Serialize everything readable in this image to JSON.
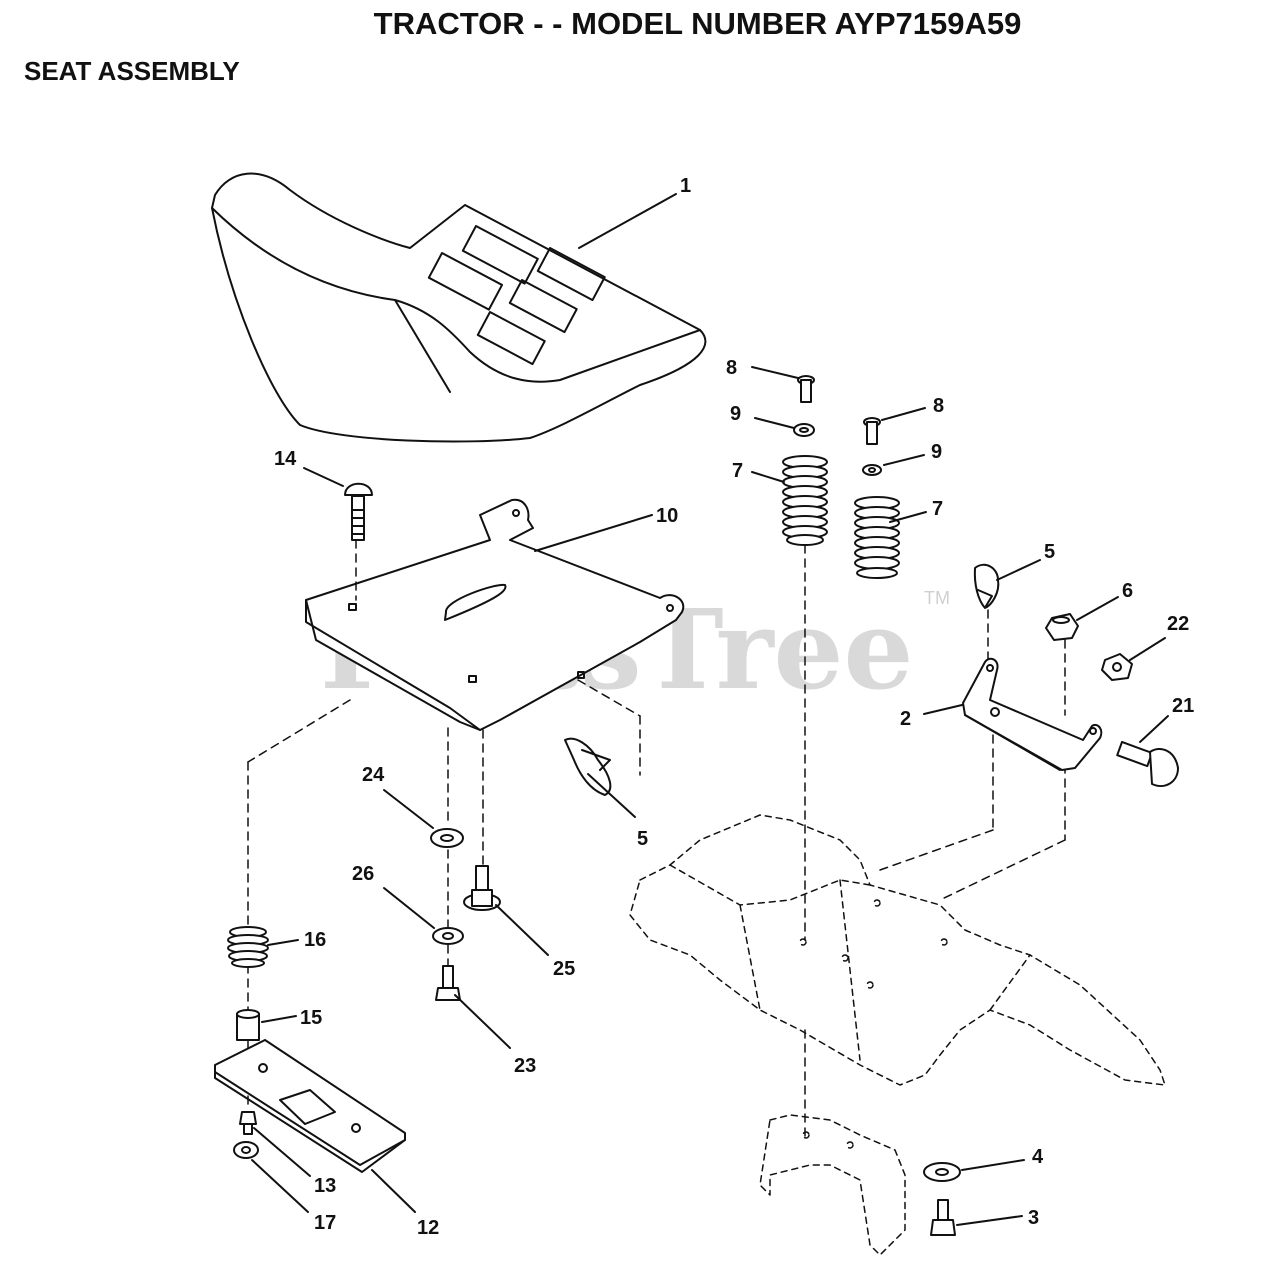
{
  "header": {
    "title": "TRACTOR - - MODEL NUMBER AYP7159A59",
    "subtitle": "SEAT ASSEMBLY"
  },
  "watermark": {
    "text": "PartsTree",
    "mark": "TM"
  },
  "callouts": {
    "c1": "1",
    "c2": "2",
    "c3": "3",
    "c4": "4",
    "c5a": "5",
    "c5b": "5",
    "c6": "6",
    "c7a": "7",
    "c7b": "7",
    "c8a": "8",
    "c8b": "8",
    "c9a": "9",
    "c9b": "9",
    "c10": "10",
    "c12": "12",
    "c13": "13",
    "c14": "14",
    "c15": "15",
    "c16": "16",
    "c17": "17",
    "c21": "21",
    "c22": "22",
    "c23": "23",
    "c24": "24",
    "c25": "25",
    "c26": "26"
  }
}
